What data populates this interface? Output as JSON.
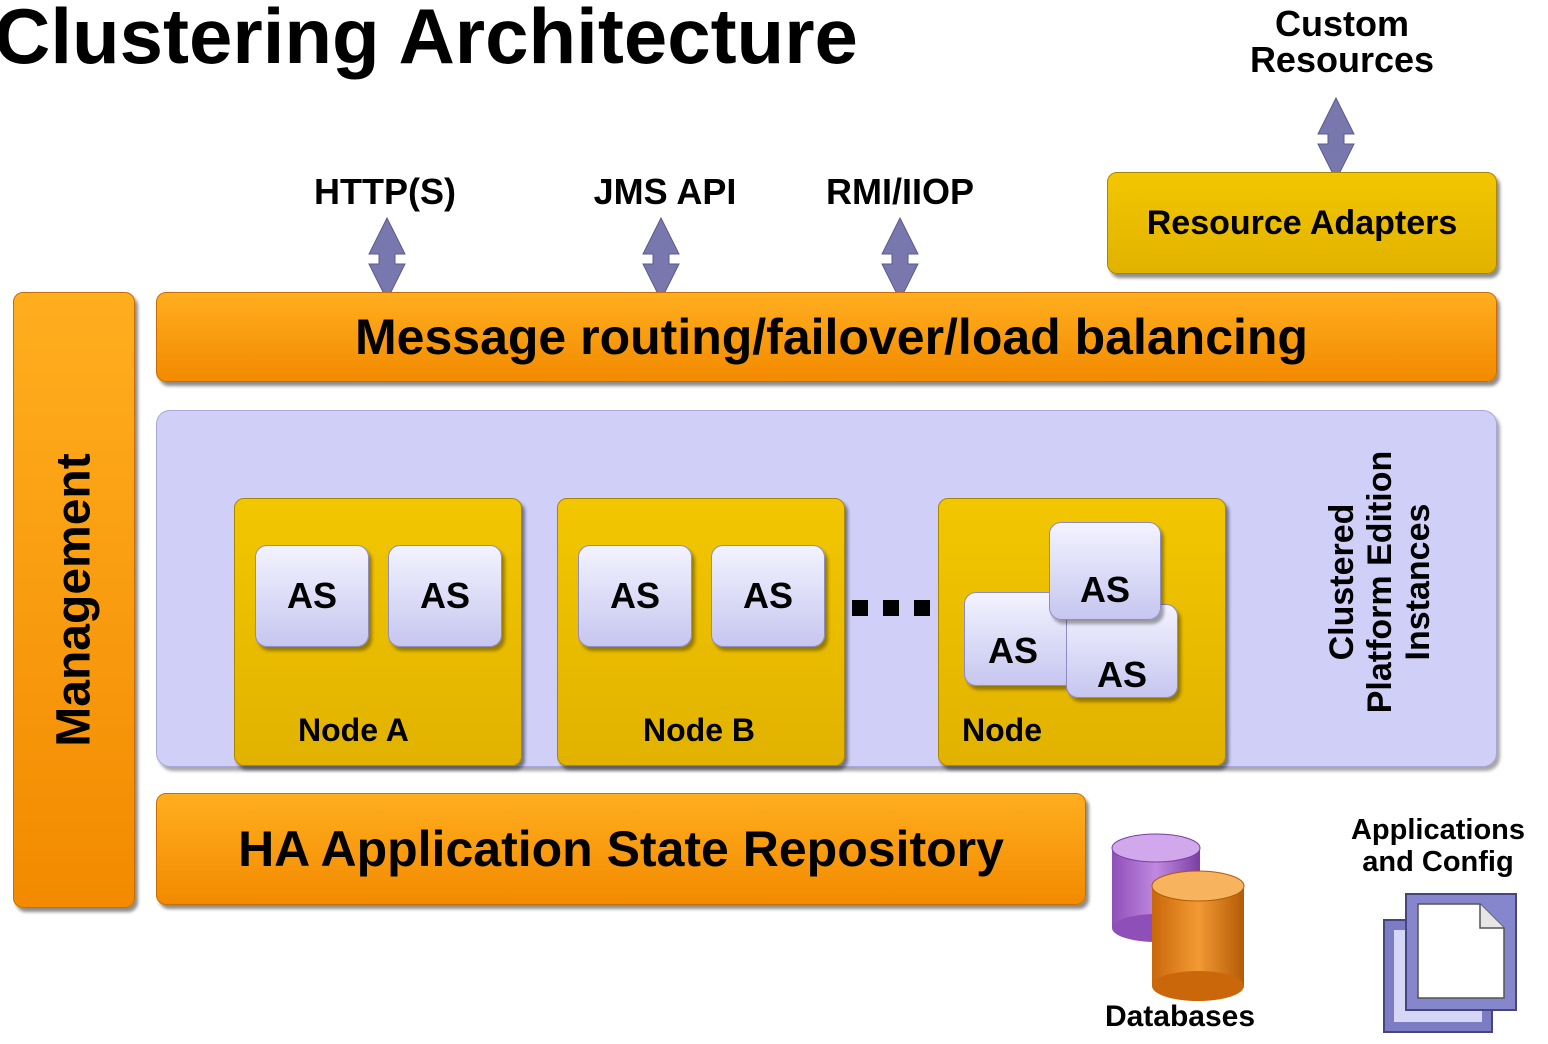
{
  "title": "Clustering Architecture",
  "custom_resources": "Custom\nResources",
  "protocols": [
    "HTTP(S)",
    "JMS API",
    "RMI/IIOP"
  ],
  "resource_adapters": "Resource Adapters",
  "message_routing": "Message routing/failover/load balancing",
  "management": "Management",
  "cluster_label": "Clustered\nPlatform Edition\nInstances",
  "nodes": [
    {
      "label": "Node A",
      "instances": [
        "AS",
        "AS"
      ]
    },
    {
      "label": "Node B",
      "instances": [
        "AS",
        "AS"
      ]
    },
    {
      "label": "Node",
      "instances": [
        "AS",
        "AS",
        "AS"
      ]
    }
  ],
  "ellipsis": "...",
  "ha_repository": "HA Application State Repository",
  "databases": "Databases",
  "applications_config": "Applications\nand Config",
  "colors": {
    "orange": "#f79a0e",
    "yellow": "#edc100",
    "lavender": "#cfcff8",
    "arrow": "#7272a8",
    "db_purple": "#a66cc8",
    "db_orange": "#e07c0e"
  }
}
